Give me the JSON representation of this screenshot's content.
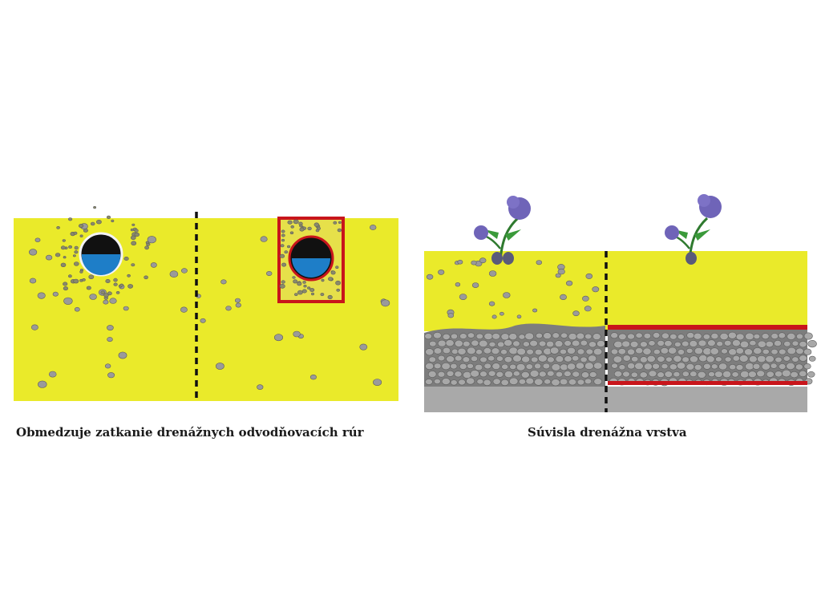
{
  "captions": {
    "left": "Obmedzuje zatkanie drenážnych odvodňovacích rúr",
    "right": "Súvisla drenážna vrstva"
  },
  "colors": {
    "soil": "#eaea2a",
    "geotextile": "#c8151b",
    "gravel": "#7d7d7d",
    "base": "#a9a9a9",
    "stone": "#9a9a9a",
    "water": "#1e7ec8",
    "pipe_air": "#111111",
    "flower": "#6f64b8",
    "leaf": "#3a9a3a"
  },
  "icons": [
    "drain-pipe-icon",
    "flower-icon",
    "stone-icon",
    "divider-dashed-line"
  ]
}
